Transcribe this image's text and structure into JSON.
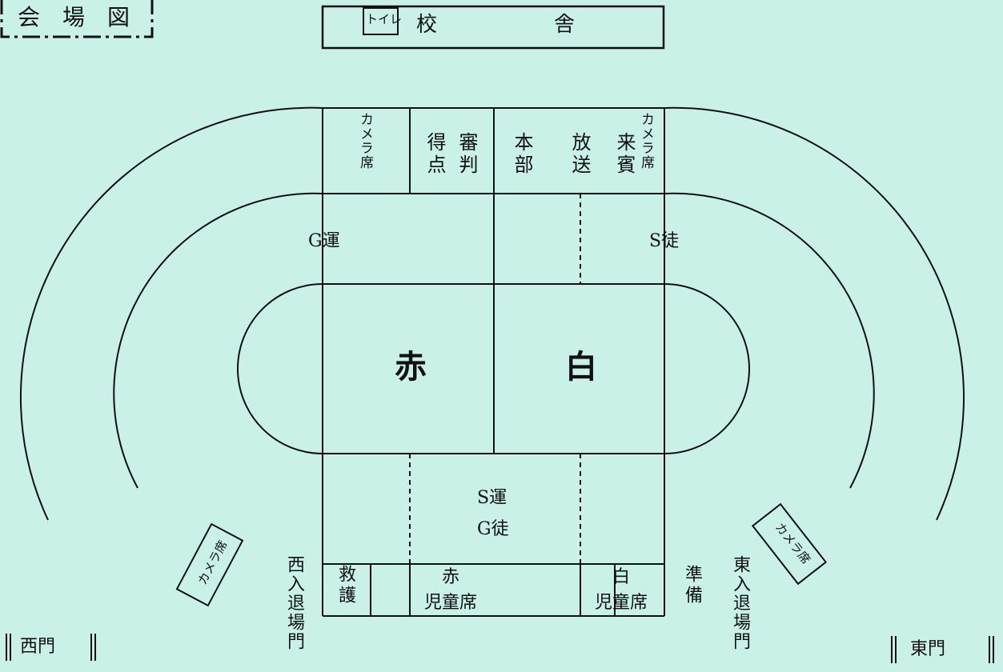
{
  "title": "会　場　図",
  "school_building": {
    "toilet": "トイレ",
    "label_1": "校",
    "label_2": "舎"
  },
  "tent_row": {
    "camera_left": "カメラ席",
    "scoring": "得点",
    "judging": "審判",
    "hq": "本部",
    "broadcast": "放送",
    "guests": "来賓",
    "camera_right": "カメラ席"
  },
  "seats": {
    "g_un": "G運",
    "s_to": "S徒",
    "s_un": "S運",
    "g_to": "G徒",
    "first_aid": "救護",
    "red_children": "赤\n児童席",
    "white_children": "白\n児童席",
    "prep": "準備"
  },
  "teams": {
    "red": "赤",
    "white": "白"
  },
  "camera_left_bottom": "カメラ席",
  "camera_right_bottom": "カメラ席",
  "entrances": {
    "west": "西入退場門",
    "east": "東入退場門"
  },
  "gates": {
    "west": "西門",
    "east": "東門"
  }
}
